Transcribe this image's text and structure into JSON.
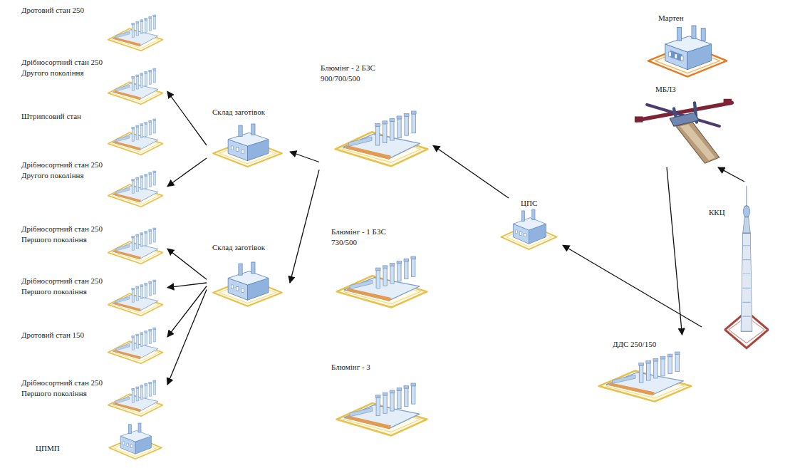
{
  "diagram": {
    "nodes": [
      {
        "text": [
          "Дротовий стан 250"
        ]
      },
      {
        "text": [
          "Дрібносортний стан 250 Другого покоління"
        ]
      },
      {
        "text": [
          "Штрипсовий стан"
        ]
      },
      {
        "text": [
          "Дрібносортний стан 250 Другого покоління"
        ]
      },
      {
        "text": [
          "Дрібносортний стан 250 Першого покоління"
        ]
      },
      {
        "text": [
          "Дрібносортний стан 250 Першого покоління"
        ]
      },
      {
        "text": [
          "Дротовий стан 150"
        ]
      },
      {
        "text": [
          "Дрібносортний стан 250 Першого покоління"
        ]
      },
      {
        "text": [
          "ЦПМП"
        ]
      },
      {
        "text": [
          "Склад заготівок"
        ]
      },
      {
        "text": [
          "Склад заготівок"
        ]
      },
      {
        "text": [
          "Блюмінг - 2 БЗС 900/700/500"
        ]
      },
      {
        "text": [
          "Блюмінг - 1 БЗС 730/500"
        ]
      },
      {
        "text": [
          "Блюмінг - 3"
        ]
      },
      {
        "text": [
          "ЦПС"
        ]
      },
      {
        "text": [
          "Мартен"
        ]
      },
      {
        "text": [
          "МБЛЗ"
        ]
      },
      {
        "text": [
          "ККЦ"
        ]
      },
      {
        "text": [
          "ДДС 250/150"
        ]
      }
    ],
    "edges": [
      {
        "from": 11,
        "to": 9,
        "arrow": "to"
      },
      {
        "from": 11,
        "to": 10,
        "arrow": "to"
      },
      {
        "from": 9,
        "to": 1,
        "arrow": "to"
      },
      {
        "from": 9,
        "to": 3,
        "arrow": "to"
      },
      {
        "from": 10,
        "to": 4,
        "arrow": "to"
      },
      {
        "from": 10,
        "to": 5,
        "arrow": "to"
      },
      {
        "from": 10,
        "to": 6,
        "arrow": "to"
      },
      {
        "from": 10,
        "to": 7,
        "arrow": "to"
      },
      {
        "from": 14,
        "to": 11,
        "arrow": "to"
      },
      {
        "from": 17,
        "to": 14,
        "arrow": "to"
      },
      {
        "from": 17,
        "to": 16,
        "arrow": "to"
      },
      {
        "from": 16,
        "to": 18,
        "arrow": "to"
      }
    ]
  }
}
